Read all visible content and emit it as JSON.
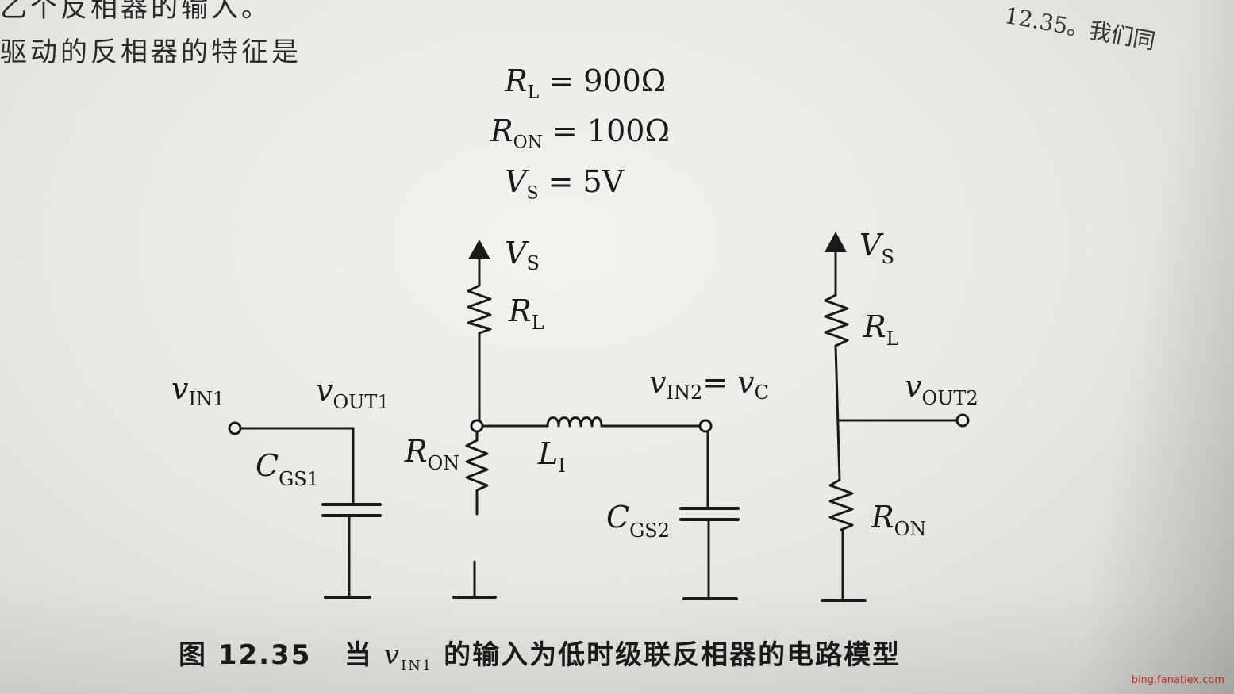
{
  "page_text": {
    "line1": "乙个反相器的输入。",
    "line2": "驱动的反相器的特征是",
    "top_right": "12.35。我们同"
  },
  "parameters": [
    {
      "symbol": "R",
      "subscript": "L",
      "value": "= 900Ω"
    },
    {
      "symbol": "R",
      "subscript": "ON",
      "value": "= 100Ω"
    },
    {
      "symbol": "V",
      "subscript": "S",
      "value": "= 5V"
    }
  ],
  "labels": {
    "vin1": {
      "main": "v",
      "sub": "IN1"
    },
    "vout1": {
      "main": "v",
      "sub": "OUT1"
    },
    "cgs1": {
      "main": "C",
      "sub": "GS1"
    },
    "vs1": {
      "main": "V",
      "sub": "S"
    },
    "rl1": {
      "main": "R",
      "sub": "L"
    },
    "ron1": {
      "main": "R",
      "sub": "ON"
    },
    "li": {
      "main": "L",
      "sub": "I"
    },
    "vin2": {
      "main": "v",
      "sub": "IN2",
      "eq": "= v",
      "sub2": "C"
    },
    "cgs2": {
      "main": "C",
      "sub": "GS2"
    },
    "vs2": {
      "main": "V",
      "sub": "S"
    },
    "rl2": {
      "main": "R",
      "sub": "L"
    },
    "vout2": {
      "main": "v",
      "sub": "OUT2"
    },
    "ron2": {
      "main": "R",
      "sub": "ON"
    }
  },
  "caption": {
    "figure": "图 12.35",
    "pre": "当",
    "var_main": "v",
    "var_sub": "IN1",
    "post": "的输入为低时级联反相器的电路模型"
  },
  "watermark": "bing.fanatiex.com"
}
